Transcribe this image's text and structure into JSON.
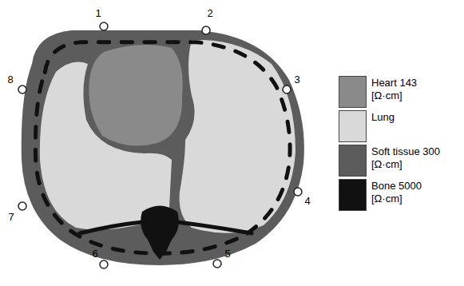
{
  "diagram": {
    "labels": [
      "1",
      "2",
      "3",
      "4",
      "5",
      "6",
      "7",
      "8"
    ],
    "legend": [
      {
        "text": "Heart 143 [Ω·cm]",
        "color": "#8a8a8a"
      },
      {
        "text": "Lung",
        "color": "#d9d9d9"
      },
      {
        "text": "Soft tissue 300 [Ω·cm]",
        "color": "#5c5c5c"
      },
      {
        "text": "Bone 5000 [Ω·cm]",
        "color": "#111111"
      }
    ]
  }
}
